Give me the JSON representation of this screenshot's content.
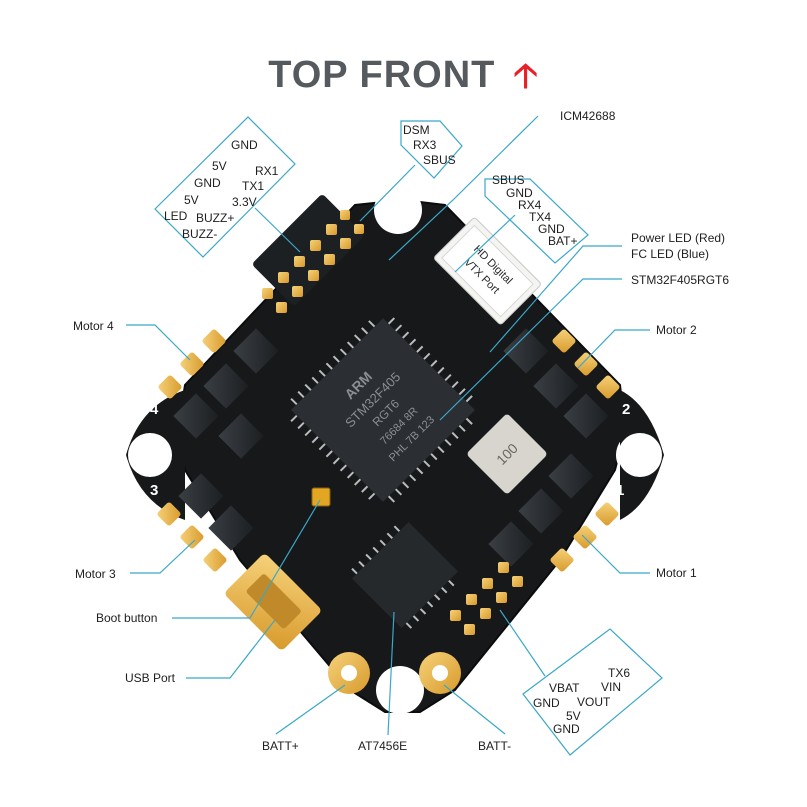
{
  "title": "TOP FRONT",
  "title_arrow": "up-arrow",
  "accent_color": "#e8202a",
  "leader_color": "#3aa7c9",
  "labels": {
    "icm": "ICM42688",
    "power_led": "Power LED (Red)",
    "fc_led": "FC LED (Blue)",
    "mcu": "STM32F405RGT6",
    "motor1": "Motor 1",
    "motor2": "Motor 2",
    "motor3": "Motor 3",
    "motor4": "Motor 4",
    "boot": "Boot button",
    "usb": "USB Port",
    "batt_plus": "BATT+",
    "batt_minus": "BATT-",
    "at7456": "AT7456E"
  },
  "pad_groups": {
    "left": [
      "GND",
      "5V",
      "RX1",
      "GND",
      "TX1",
      "5V",
      "3.3V",
      "LED",
      "BUZZ+",
      "BUZZ-"
    ],
    "dsm": [
      "DSM",
      "RX3",
      "SBUS"
    ],
    "vtx": [
      "SBUS",
      "GND",
      "RX4",
      "TX4",
      "GND",
      "BAT+"
    ],
    "bottom": [
      "TX6",
      "VIN",
      "VBAT",
      "VOUT",
      "GND",
      "5V",
      "GND"
    ]
  },
  "board": {
    "vtx_port": [
      "HD Digital",
      "VTX Port"
    ],
    "motor_numbers": [
      "1",
      "2",
      "3",
      "4"
    ],
    "mcu_marking": [
      "ARM",
      "STM32F405",
      "RGT6",
      "76684 8R",
      "PHL 7B 123"
    ],
    "inductor": "100",
    "plus": "+",
    "minus": "-"
  }
}
